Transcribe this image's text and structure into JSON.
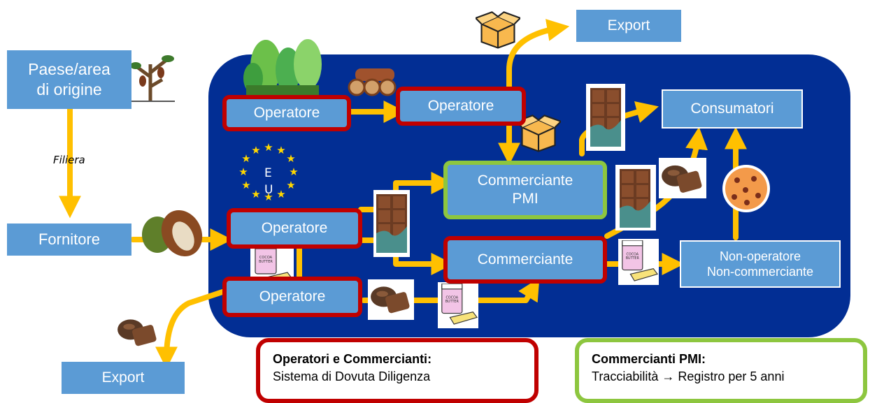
{
  "nodes": {
    "origin": "Paese/area\ndi origine",
    "supplier": "Fornitore",
    "export_top": "Export",
    "export_bottom": "Export",
    "op_forest": "Operatore",
    "op_wood": "Operatore",
    "op_cocoa": "Operatore",
    "op_bottom": "Operatore",
    "sme_trader": "Commerciante\nPMI",
    "trader": "Commerciante",
    "consumers": "Consumatori",
    "non_operator": "Non-operatore\nNon-commerciante"
  },
  "edge_label": "Filiera",
  "eu_flag": {
    "letters": [
      "E",
      "U"
    ]
  },
  "legend": {
    "operators": {
      "title": "Operatori e Commercianti:",
      "desc": "Sistema di Dovuta Diligenza"
    },
    "sme": {
      "title": "Commercianti PMI:",
      "desc": "Tracciabilità → Registro per 5 anni"
    }
  },
  "colors": {
    "panel": "#022e94",
    "node": "#5b9bd5",
    "operator_border": "#c00000",
    "sme_border": "#8dc63f",
    "arrow": "#ffc000"
  },
  "icons": [
    "cocoa-tree-icon",
    "forest-icon",
    "logs-icon",
    "box-icon",
    "chocolate-bar-icon",
    "cocoa-pod-icon",
    "cocoa-butter-icon",
    "chocolate-pieces-icon",
    "cookie-icon",
    "eu-flag-icon"
  ]
}
